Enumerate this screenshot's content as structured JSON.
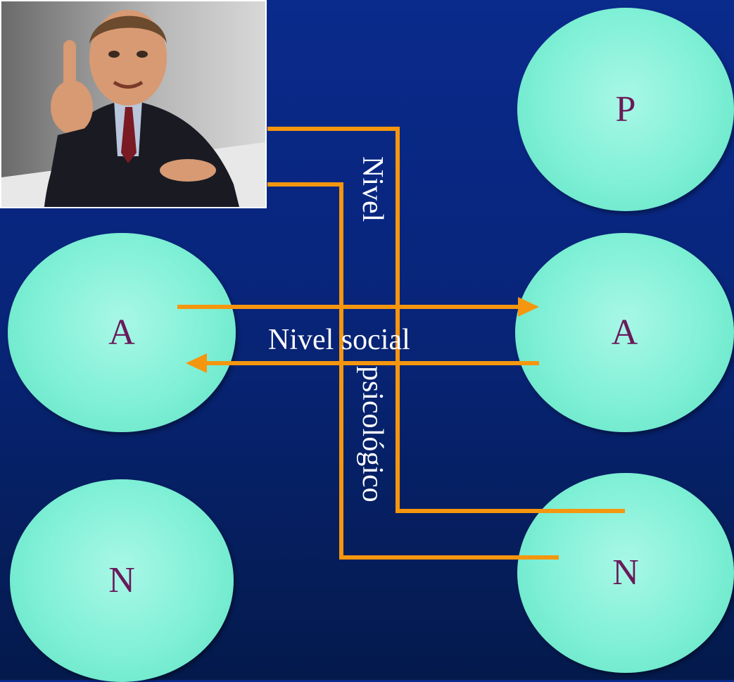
{
  "circles": {
    "top_right": "P",
    "left_middle": "A",
    "right_middle": "A",
    "left_bottom": "N",
    "right_bottom": "N"
  },
  "labels": {
    "social": "Nivel social",
    "psych_top": "Nivel",
    "psych_bottom": "psicológico"
  },
  "photo": {
    "subject": "man-in-suit-pointing"
  },
  "colors": {
    "background": "#0a2a8c",
    "circle": "#7ff0d6",
    "letter": "#6a1a5a",
    "arrow": "#f5960f",
    "text": "#ffffff"
  }
}
